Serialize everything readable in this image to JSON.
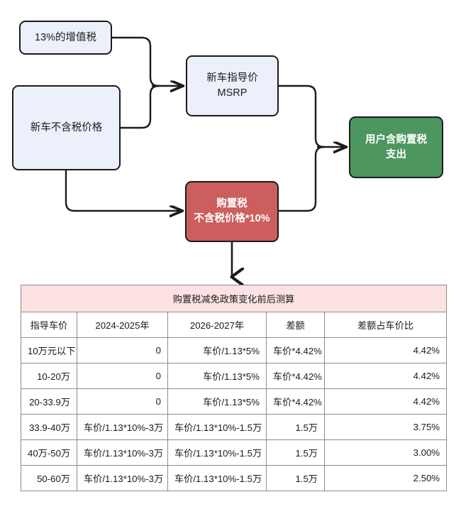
{
  "colors": {
    "node_blue_fill": "#EBF0FA",
    "node_green_fill": "#4D9660",
    "node_red_fill": "#CC5E5E",
    "node_stroke": "#1B1B1B",
    "table_header_fill": "#FCE2E2",
    "table_border": "#8D8D8D"
  },
  "flow": {
    "nodes": [
      {
        "id": "vat",
        "label_lines": [
          "13%的增值税"
        ]
      },
      {
        "id": "netprice",
        "label_lines": [
          "新车不含税价格"
        ]
      },
      {
        "id": "msrp",
        "label_lines": [
          "新车指导价",
          "MSRP"
        ]
      },
      {
        "id": "expense",
        "label_lines": [
          "用户含购置税",
          "支出"
        ]
      },
      {
        "id": "puretax",
        "label_lines": [
          "购置税",
          "不含税价格*10%"
        ]
      }
    ],
    "connectors": [
      {
        "from": "vat",
        "to": "msrp",
        "name": "vat-to-msrp"
      },
      {
        "from": "netprice",
        "to": "msrp",
        "name": "netprice-to-msrp"
      },
      {
        "from": "netprice",
        "to": "puretax",
        "name": "netprice-to-puretax"
      },
      {
        "from": "msrp",
        "to": "expense",
        "name": "msrp-to-expense"
      },
      {
        "from": "puretax",
        "to": "expense",
        "name": "puretax-to-expense"
      },
      {
        "from": "puretax",
        "to": "table",
        "name": "puretax-to-table"
      }
    ]
  },
  "table": {
    "title": "购置税减免政策变化前后测算",
    "columns": [
      "指导车价",
      "2024-2025年",
      "2026-2027年",
      "差额",
      "差额占车价比"
    ],
    "rows": [
      [
        "10万元以下",
        "0",
        "车价/1.13*5%",
        "车价*4.42%",
        "4.42%"
      ],
      [
        "10-20万",
        "0",
        "车价/1.13*5%",
        "车价*4.42%",
        "4.42%"
      ],
      [
        "20-33.9万",
        "0",
        "车价/1.13*5%",
        "车价*4.42%",
        "4.42%"
      ],
      [
        "33.9-40万",
        "车价/1.13*10%-3万",
        "车价/1.13*10%-1.5万",
        "1.5万",
        "3.75%"
      ],
      [
        "40万-50万",
        "车价/1.13*10%-3万",
        "车价/1.13*10%-1.5万",
        "1.5万",
        "3.00%"
      ],
      [
        "50-60万",
        "车价/1.13*10%-3万",
        "车价/1.13*10%-1.5万",
        "1.5万",
        "2.50%"
      ]
    ]
  }
}
